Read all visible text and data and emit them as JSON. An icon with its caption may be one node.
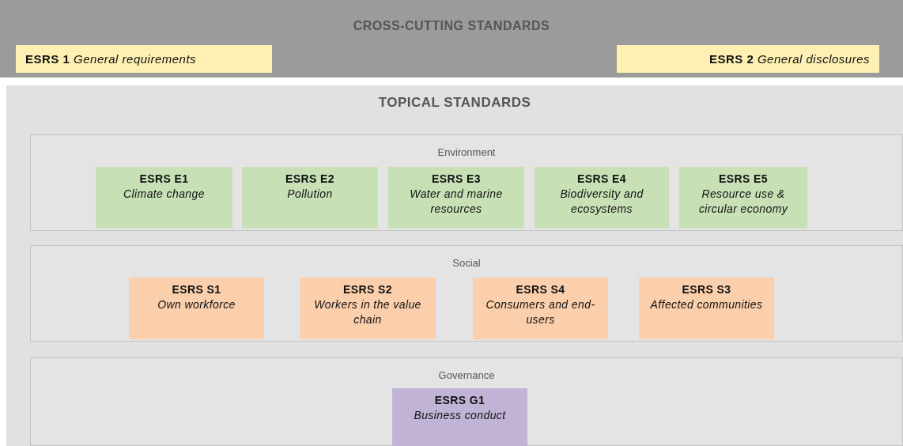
{
  "diagram": {
    "nodes": [
      {
        "text": [
          "CROSS-CUTTING STANDARDS"
        ]
      },
      {
        "text": [
          "**ESRS 1** *General requirements*"
        ],
        "in": 0
      },
      {
        "text": [
          "**ESRS 2** *General disclosures*"
        ],
        "in": 0
      },
      {
        "text": [
          "TOPICAL STANDARDS"
        ]
      },
      {
        "text": [
          "Environment"
        ],
        "in": 3
      },
      {
        "text": [
          "ESRS E1",
          "Climate change"
        ],
        "in": 4
      },
      {
        "text": [
          "ESRS E2",
          "Pollution"
        ],
        "in": 4
      },
      {
        "text": [
          "ESRS E3",
          "Water and marine resources"
        ],
        "in": 4
      },
      {
        "text": [
          "ESRS E4",
          "Biodiversity and ecosystems"
        ],
        "in": 4
      },
      {
        "text": [
          "ESRS E5",
          "Resource use & circular economy"
        ],
        "in": 4
      },
      {
        "text": [
          "Social"
        ],
        "in": 3
      },
      {
        "text": [
          "ESRS S1",
          "Own workforce"
        ],
        "in": 10
      },
      {
        "text": [
          "ESRS S2",
          "Workers in the value chain"
        ],
        "in": 10
      },
      {
        "text": [
          "ESRS S4",
          "Consumers and end-users"
        ],
        "in": 10
      },
      {
        "text": [
          "ESRS S3",
          "Affected communities"
        ],
        "in": 10
      },
      {
        "text": [
          "Governance"
        ],
        "in": 3
      },
      {
        "text": [
          "ESRS G1",
          "Business conduct"
        ],
        "in": 15
      }
    ]
  }
}
